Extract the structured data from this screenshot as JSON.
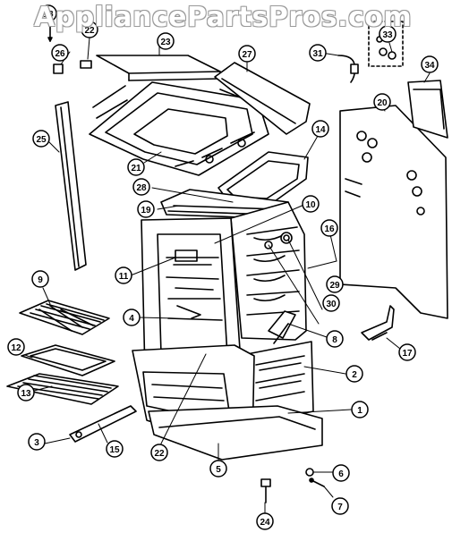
{
  "watermark": "AppliancePartsPros.com",
  "callouts": [
    {
      "id": "c18",
      "label": "18"
    },
    {
      "id": "c22",
      "label": "22"
    },
    {
      "id": "c23",
      "label": "23"
    },
    {
      "id": "c26",
      "label": "26"
    },
    {
      "id": "c27",
      "label": "27"
    },
    {
      "id": "c31",
      "label": "31"
    },
    {
      "id": "c33",
      "label": "33"
    },
    {
      "id": "c34",
      "label": "34"
    },
    {
      "id": "c25",
      "label": "25"
    },
    {
      "id": "c21",
      "label": "21"
    },
    {
      "id": "c20",
      "label": "20"
    },
    {
      "id": "c14",
      "label": "14"
    },
    {
      "id": "c28",
      "label": "28"
    },
    {
      "id": "c19",
      "label": "19"
    },
    {
      "id": "c10",
      "label": "10"
    },
    {
      "id": "c16",
      "label": "16"
    },
    {
      "id": "c11",
      "label": "11"
    },
    {
      "id": "c29",
      "label": "29"
    },
    {
      "id": "c9",
      "label": "9"
    },
    {
      "id": "c30",
      "label": "30"
    },
    {
      "id": "c4",
      "label": "4"
    },
    {
      "id": "c8",
      "label": "8"
    },
    {
      "id": "c17",
      "label": "17"
    },
    {
      "id": "c12",
      "label": "12"
    },
    {
      "id": "c2",
      "label": "2"
    },
    {
      "id": "c1",
      "label": "1"
    },
    {
      "id": "c13",
      "label": "13"
    },
    {
      "id": "c3",
      "label": "3"
    },
    {
      "id": "c15",
      "label": "15"
    },
    {
      "id": "c22b",
      "label": "22"
    },
    {
      "id": "c5",
      "label": "5"
    },
    {
      "id": "c6",
      "label": "6"
    },
    {
      "id": "c7",
      "label": "7"
    },
    {
      "id": "c24",
      "label": "24"
    }
  ]
}
